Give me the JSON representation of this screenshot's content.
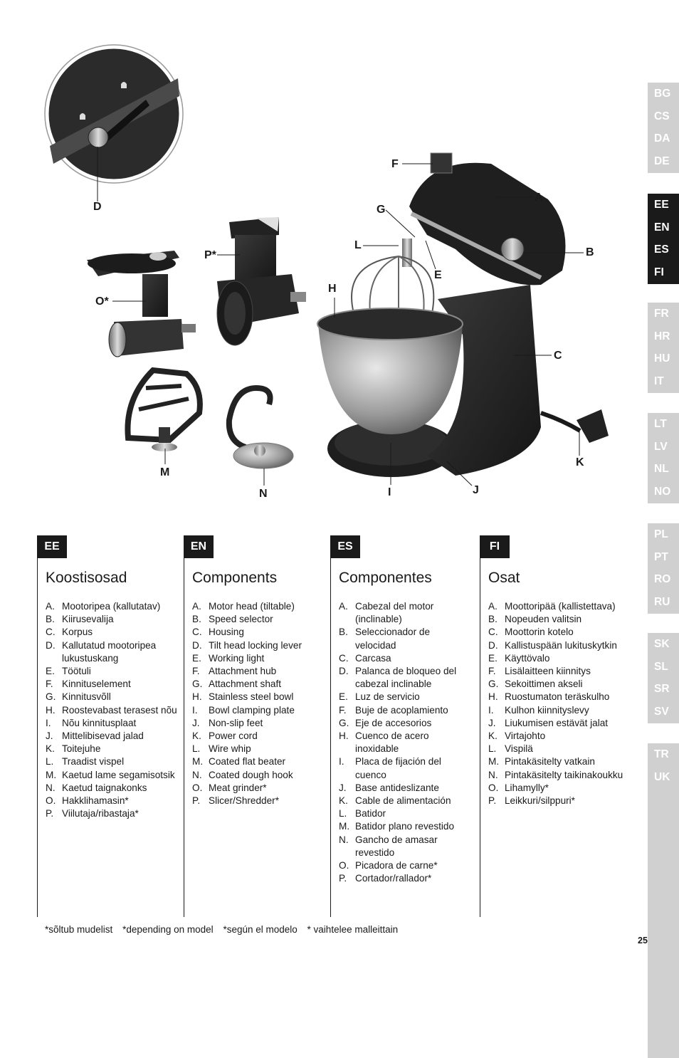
{
  "callouts": {
    "A": "A",
    "B": "B",
    "C": "C",
    "D": "D",
    "E": "E",
    "F": "F",
    "G": "G",
    "H": "H",
    "I": "I",
    "J": "J",
    "K": "K",
    "L": "L",
    "M": "M",
    "N": "N",
    "O": "O*",
    "P": "P*"
  },
  "sidebar": {
    "groups": [
      {
        "items": [
          "BG",
          "CS",
          "DA",
          "DE"
        ],
        "active": false
      },
      {
        "items": [
          "EE",
          "EN",
          "ES",
          "FI"
        ],
        "active": true
      },
      {
        "items": [
          "FR",
          "HR",
          "HU",
          "IT"
        ],
        "active": false
      },
      {
        "items": [
          "LT",
          "LV",
          "NL",
          "NO"
        ],
        "active": false
      },
      {
        "items": [
          "PL",
          "PT",
          "RO",
          "RU"
        ],
        "active": false
      },
      {
        "items": [
          "SK",
          "SL",
          "SR",
          "SV"
        ],
        "active": false
      },
      {
        "items": [
          "TR",
          "UK"
        ],
        "active": false
      }
    ]
  },
  "columns": [
    {
      "code": "EE",
      "title": "Koostisosad",
      "items": [
        {
          "l": "A.",
          "t": "Mootoripea (kallutatav)"
        },
        {
          "l": "B.",
          "t": "Kiirusevalija"
        },
        {
          "l": "C.",
          "t": "Korpus"
        },
        {
          "l": "D.",
          "t": "Kallutatud mootoripea lukustuskang"
        },
        {
          "l": "E.",
          "t": "Töötuli"
        },
        {
          "l": "F.",
          "t": "Kinnituselement"
        },
        {
          "l": "G.",
          "t": "Kinnitusvõll"
        },
        {
          "l": "H.",
          "t": "Roostevabast terasest nõu"
        },
        {
          "l": "I.",
          "t": "Nõu kinnitusplaat"
        },
        {
          "l": "J.",
          "t": "Mittelibisevad jalad"
        },
        {
          "l": "K.",
          "t": "Toitejuhe"
        },
        {
          "l": "L.",
          "t": "Traadist vispel"
        },
        {
          "l": "M.",
          "t": "Kaetud lame segamisotsik"
        },
        {
          "l": "N.",
          "t": "Kaetud taignakonks"
        },
        {
          "l": "O.",
          "t": "Hakklihamasin*"
        },
        {
          "l": "P.",
          "t": "Viilutaja/ribastaja*"
        }
      ]
    },
    {
      "code": "EN",
      "title": "Components",
      "items": [
        {
          "l": "A.",
          "t": "Motor head (tiltable)"
        },
        {
          "l": "B.",
          "t": "Speed selector"
        },
        {
          "l": "C.",
          "t": "Housing"
        },
        {
          "l": "D.",
          "t": "Tilt head locking lever"
        },
        {
          "l": "E.",
          "t": "Working light"
        },
        {
          "l": "F.",
          "t": "Attachment hub"
        },
        {
          "l": "G.",
          "t": "Attachment shaft"
        },
        {
          "l": "H.",
          "t": "Stainless steel bowl"
        },
        {
          "l": "I.",
          "t": "Bowl clamping plate"
        },
        {
          "l": "J.",
          "t": "Non-slip feet"
        },
        {
          "l": "K.",
          "t": "Power cord"
        },
        {
          "l": "L.",
          "t": "Wire whip"
        },
        {
          "l": "M.",
          "t": "Coated flat beater"
        },
        {
          "l": "N.",
          "t": "Coated dough hook"
        },
        {
          "l": "O.",
          "t": "Meat grinder*"
        },
        {
          "l": "P.",
          "t": "Slicer/Shredder*"
        }
      ]
    },
    {
      "code": "ES",
      "title": "Componentes",
      "items": [
        {
          "l": "A.",
          "t": "Cabezal del motor (inclinable)"
        },
        {
          "l": "B.",
          "t": "Seleccionador de velocidad"
        },
        {
          "l": "C.",
          "t": "Carcasa"
        },
        {
          "l": "D.",
          "t": "Palanca de bloqueo del cabezal inclinable"
        },
        {
          "l": "E.",
          "t": "Luz de servicio"
        },
        {
          "l": "F.",
          "t": "Buje de acoplamiento"
        },
        {
          "l": "G.",
          "t": "Eje de accesorios"
        },
        {
          "l": "H.",
          "t": "Cuenco de acero inoxidable"
        },
        {
          "l": "I.",
          "t": "Placa de fijación del cuenco"
        },
        {
          "l": "J.",
          "t": "Base antideslizante"
        },
        {
          "l": "K.",
          "t": "Cable de alimentación"
        },
        {
          "l": "L.",
          "t": "Batidor"
        },
        {
          "l": "M.",
          "t": "Batidor plano revestido"
        },
        {
          "l": "N.",
          "t": "Gancho de amasar revestido"
        },
        {
          "l": "O.",
          "t": "Picadora de carne*"
        },
        {
          "l": "P.",
          "t": "Cortador/rallador*"
        }
      ]
    },
    {
      "code": "FI",
      "title": "Osat",
      "items": [
        {
          "l": "A.",
          "t": "Moottoripää (kallistettava)"
        },
        {
          "l": "B.",
          "t": "Nopeuden valitsin"
        },
        {
          "l": "C.",
          "t": "Moottorin kotelo"
        },
        {
          "l": "D.",
          "t": "Kallistuspään lukituskytkin"
        },
        {
          "l": "E.",
          "t": "Käyttövalo"
        },
        {
          "l": "F.",
          "t": "Lisälaitteen kiinnitys"
        },
        {
          "l": "G.",
          "t": "Sekoittimen akseli"
        },
        {
          "l": "H.",
          "t": "Ruostumaton teräskulho"
        },
        {
          "l": "I.",
          "t": "Kulhon kiinnityslevy"
        },
        {
          "l": "J.",
          "t": "Liukumisen estävät jalat"
        },
        {
          "l": "K.",
          "t": "Virtajohto"
        },
        {
          "l": "L.",
          "t": "Vispilä"
        },
        {
          "l": "M.",
          "t": "Pintakäsitelty vatkain"
        },
        {
          "l": "N.",
          "t": "Pintakäsitelty taikinakoukku"
        },
        {
          "l": "O.",
          "t": "Lihamylly*"
        },
        {
          "l": "P.",
          "t": "Leikkuri/silppuri*"
        }
      ]
    }
  ],
  "footnotes": [
    "*sõltub mudelist",
    "*depending on model",
    "*según el modelo",
    "* vaihtelee malleittain"
  ],
  "page_number": "25"
}
